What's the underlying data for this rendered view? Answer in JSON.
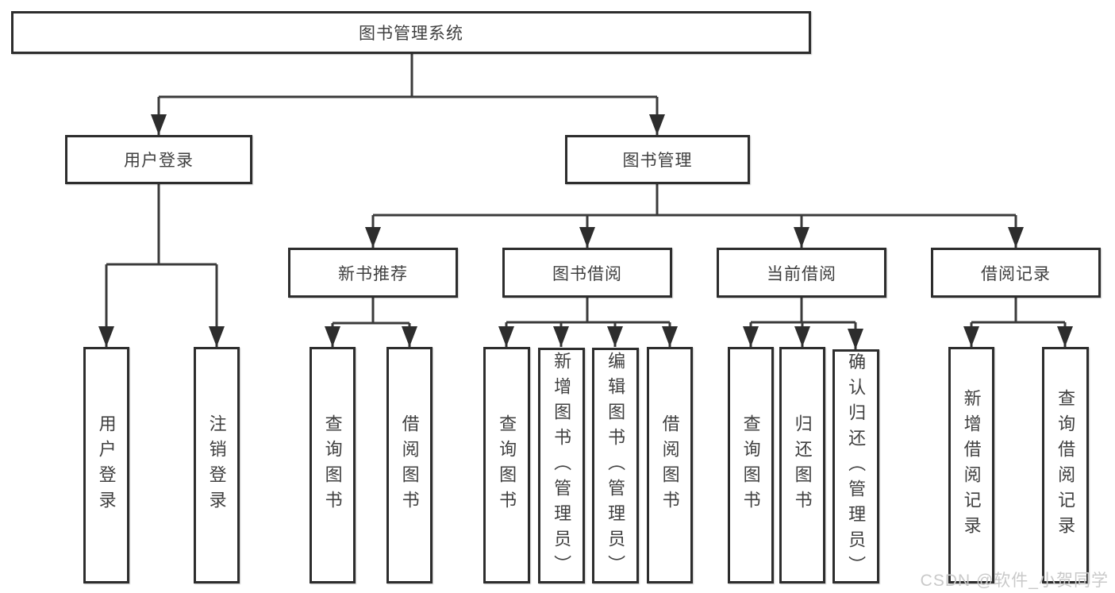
{
  "title": "图书管理系统",
  "root": {
    "label": "图书管理系统"
  },
  "branches": [
    {
      "label": "用户登录",
      "children": [
        "用户登录",
        "注销登录"
      ]
    },
    {
      "label": "图书管理",
      "sections": [
        {
          "label": "新书推荐",
          "children": [
            "查询图书",
            "借阅图书"
          ]
        },
        {
          "label": "图书借阅",
          "children": [
            "查询图书",
            "新增图书（管理员）",
            "编辑图书（管理员）",
            "借阅图书"
          ]
        },
        {
          "label": "当前借阅",
          "children": [
            "查询图书",
            "归还图书",
            "确认归还（管理员）"
          ]
        },
        {
          "label": "借阅记录",
          "children": [
            "新增借阅记录",
            "查询借阅记录"
          ]
        }
      ]
    }
  ],
  "watermark": {
    "text": "CSDN @软件_小贺同学"
  },
  "colors": {
    "background": "#ffffff",
    "line": "#3b3b3b",
    "box_border": "#2d2d2d",
    "text": "#3f3f3f",
    "watermark": "#c9c9c9"
  }
}
